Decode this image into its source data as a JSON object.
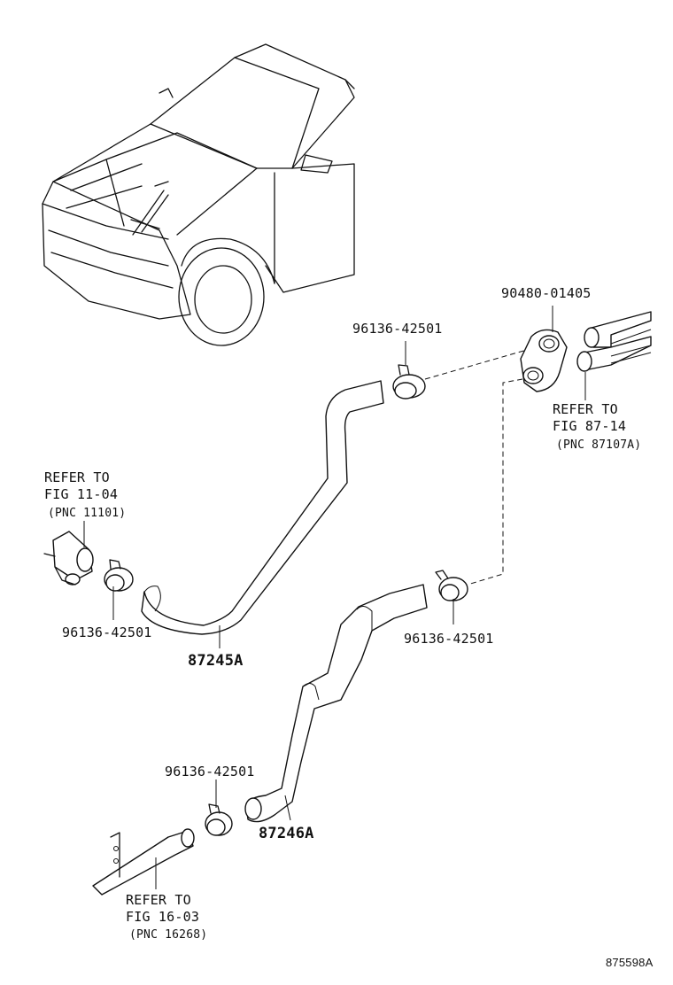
{
  "callouts": {
    "clamp_top": "96136-42501",
    "plate": "90480-01405",
    "refer_top_right_1": "REFER TO",
    "refer_top_right_2": "FIG 87-14",
    "refer_top_right_3": "(PNC 87107A)",
    "refer_left_1": "REFER TO",
    "refer_left_2": "FIG 11-04",
    "refer_left_3": "(PNC 11101)",
    "clamp_left": "96136-42501",
    "hose_upper": "87245A",
    "clamp_right": "96136-42501",
    "clamp_bottom": "96136-42501",
    "hose_lower": "87246A",
    "refer_bottom_1": "REFER TO",
    "refer_bottom_2": "FIG 16-03",
    "refer_bottom_3": "(PNC 16268)",
    "illustration_code": "875598A"
  },
  "icons": {
    "vehicle": "suv-front-view-icon",
    "clamp": "hose-clamp-icon",
    "plate": "heater-pipe-plate-icon"
  }
}
